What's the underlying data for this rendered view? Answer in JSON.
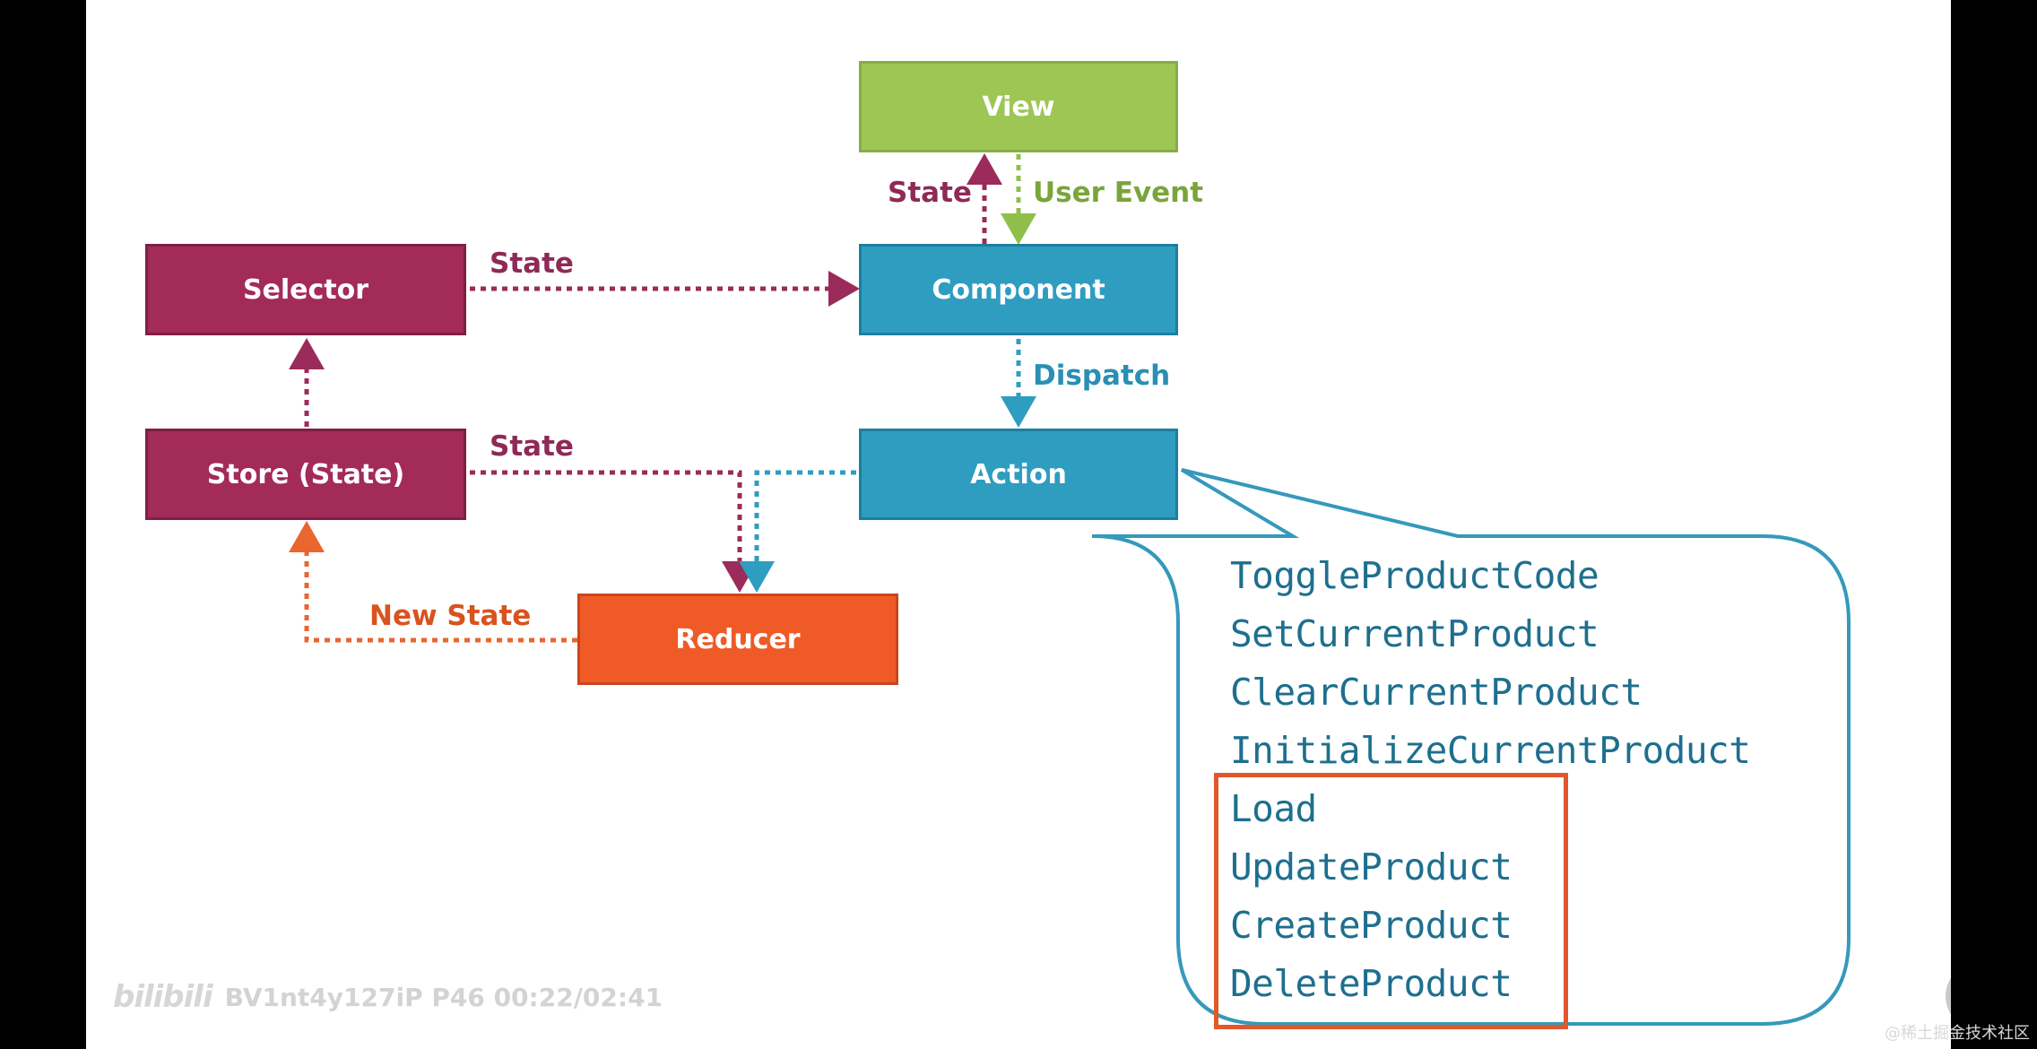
{
  "nodes": {
    "view": "View",
    "component": "Component",
    "selector": "Selector",
    "store": "Store (State)",
    "action": "Action",
    "reducer": "Reducer"
  },
  "edge_labels": {
    "state_to_view": "State",
    "user_event": "User Event",
    "selector_state": "State",
    "dispatch": "Dispatch",
    "store_state": "State",
    "new_state": "New State"
  },
  "colors": {
    "view": "#9dc655",
    "component_action": "#2e9dc0",
    "selector_store": "#a32b58",
    "reducer": "#ef5a27",
    "highlight": "#e0582b"
  },
  "actions": [
    "ToggleProductCode",
    "SetCurrentProduct",
    "ClearCurrentProduct",
    "InitializeCurrentProduct",
    "Load",
    "UpdateProduct",
    "CreateProduct",
    "DeleteProduct"
  ],
  "watermark": {
    "logo": "bilibili",
    "text": "BV1nt4y127iP P46 00:22/02:41"
  },
  "player": {
    "icon": "play-icon"
  },
  "credit": "@稀土掘金技术社区"
}
